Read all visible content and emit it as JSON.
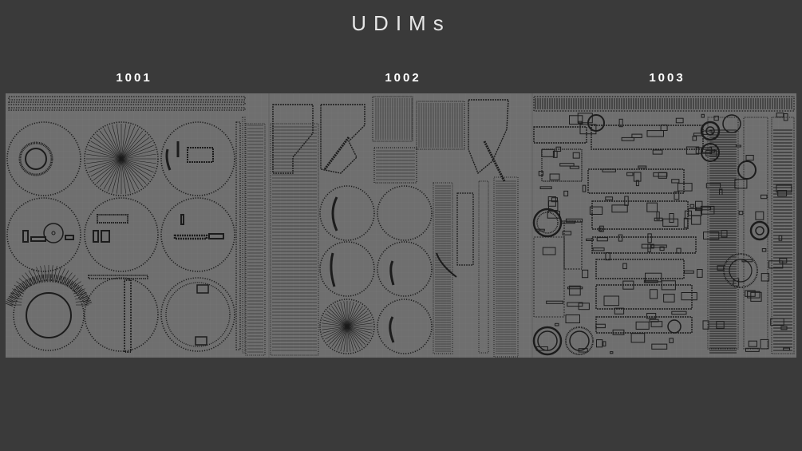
{
  "title": "UDIMs",
  "tiles": [
    {
      "label": "1001"
    },
    {
      "label": "1002"
    },
    {
      "label": "1003"
    }
  ],
  "colors": {
    "background": "#3a3a3a",
    "tile_fill": "#6f6f6f",
    "grid": "#7a7a7a",
    "wire": "#1c1c1c",
    "title": "#e6e6e6",
    "label": "#ffffff"
  }
}
